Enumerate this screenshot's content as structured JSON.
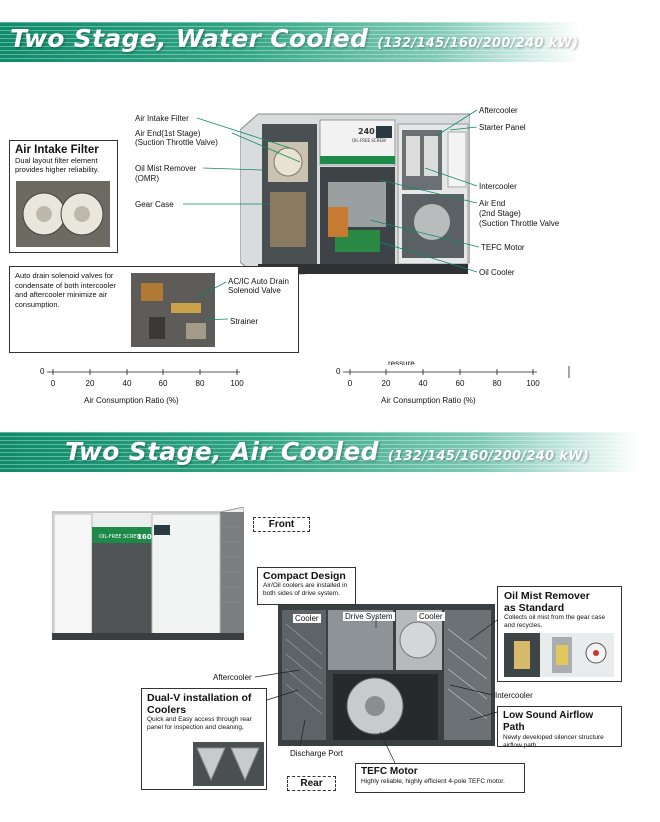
{
  "banner_top": {
    "title": "Two Stage, Water Cooled",
    "sub": "(132/145/160/200/240 kW)"
  },
  "banner_bottom": {
    "title": "Two Stage, Air Cooled",
    "sub": "(132/145/160/200/240 kW)"
  },
  "water_cooled": {
    "air_intake_box": {
      "title": "Air Intake Filter",
      "text": "Dual layout filter element provides higher reliability."
    },
    "drain_box": {
      "text": "Auto drain solenoid valves for condensate of both intercooler and aftercooler minimize air consumption.",
      "label_valve": "AC/IC Auto Drain Solenoid Valve",
      "label_strainer": "Strainer"
    },
    "left_labels": {
      "air_intake_filter": "Air Intake Filter",
      "air_end_1": "Air End(1st Stage)",
      "air_end_1_sub": "(Suction Throttle Valve)",
      "oil_mist_remover": "Oil Mist Remover",
      "oil_mist_remover_sub": "(OMR)",
      "gear_case": "Gear Case"
    },
    "right_labels": {
      "aftercooler": "Aftercooler",
      "starter_panel": "Starter Panel",
      "intercooler": "Intercooler",
      "air_end_2": "Air End",
      "air_end_2_sub1": "(2nd Stage)",
      "air_end_2_sub2": "(Suction Throttle Valve",
      "tefc_motor": "TEFC Motor",
      "oil_cooler": "Oil Cooler"
    },
    "machine_badge": "240",
    "machine_brand": "OIL-FREE SCREW"
  },
  "axis_left": {
    "ticks": [
      "0",
      "20",
      "40",
      "60",
      "80",
      "100"
    ],
    "zero_label": "0",
    "label": "Air Consumption Ratio (%)"
  },
  "axis_right": {
    "ticks": [
      "0",
      "20",
      "40",
      "60",
      "80",
      "100"
    ],
    "zero_label": "0",
    "label": "Air Consumption Ratio (%)",
    "cut_text": "ressure"
  },
  "air_cooled": {
    "front_tag": "Front",
    "rear_tag": "Rear",
    "machine_badge": "160",
    "machine_brand": "OIL-FREE SCREW",
    "compact": {
      "title": "Compact Design",
      "text": "Air/Oil coolers are installed in both sides of drive system."
    },
    "oil_mist": {
      "title1": "Oil Mist Remover",
      "title2": "as Standard",
      "text": "Collects oil mist from the gear case and recycles."
    },
    "dual_v": {
      "title1": "Dual-V installation of",
      "title2": "Coolers",
      "text": "Quick and Easy access through rear panel for inspection and cleaning."
    },
    "low_sound": {
      "title": "Low Sound Airflow Path",
      "text": "Newly developed silencer structure airflow path."
    },
    "tefc": {
      "title": "TEFC Motor",
      "text": "Highly reliable, highly efficient 4-pole TEFC motor."
    },
    "labels": {
      "cooler_left": "Cooler",
      "drive_system": "Drive System",
      "cooler_right": "Cooler",
      "aftercooler": "Aftercooler",
      "intercooler": "Intercooler",
      "discharge_port": "Discharge Port"
    }
  },
  "colors": {
    "banner_green": "#0e8a6a",
    "panel_green": "#1e8a4a"
  }
}
